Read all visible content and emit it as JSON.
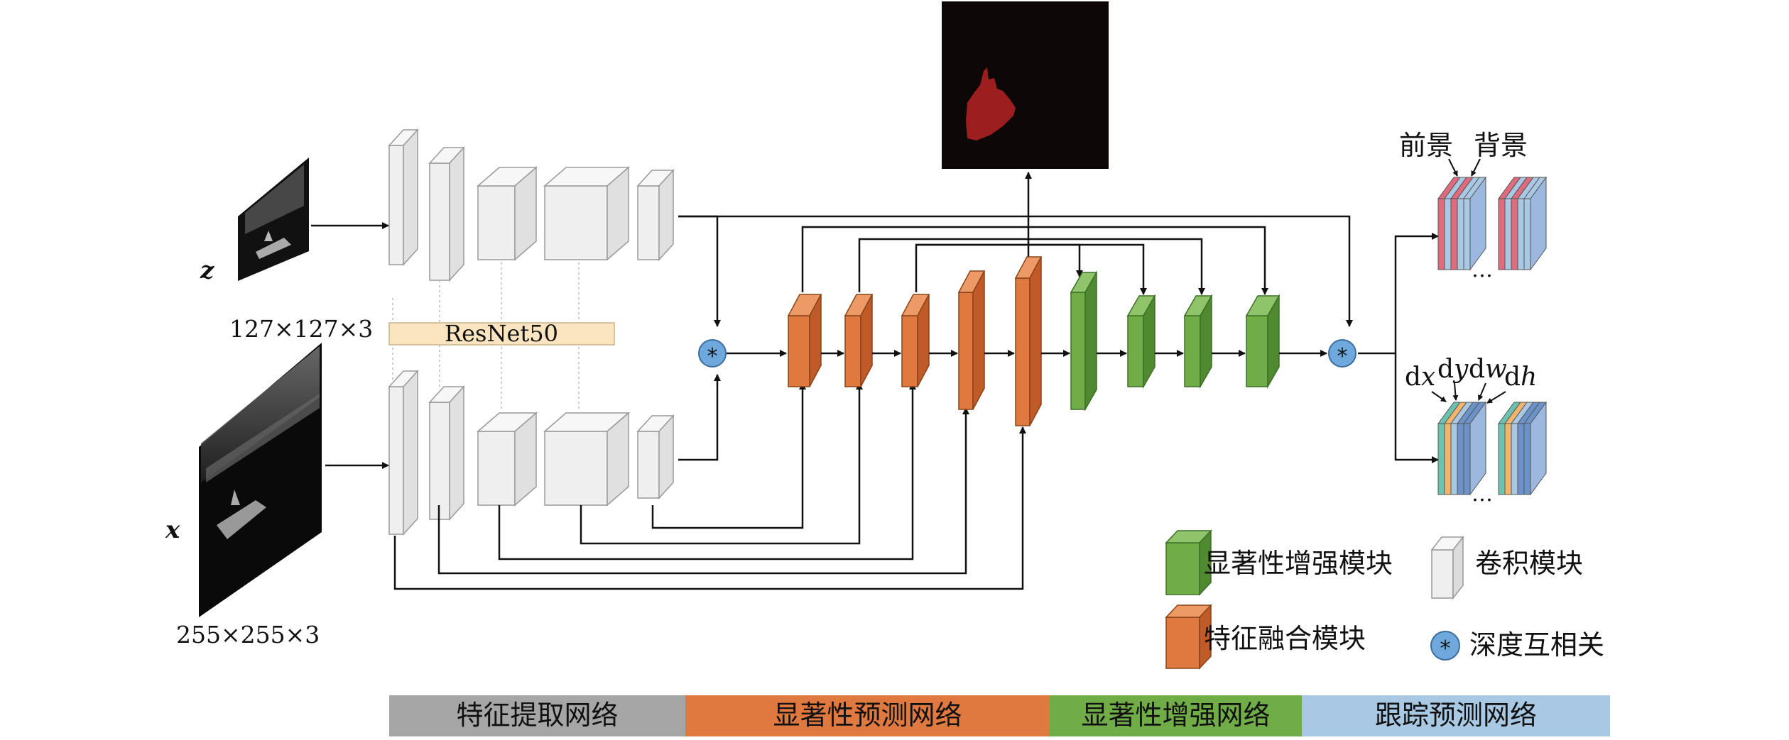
{
  "inputs": {
    "template_label": "z",
    "template_size": "127×127×3",
    "search_label": "x",
    "search_size": "255×255×3"
  },
  "backbone_label": "ResNet50",
  "outputs": {
    "cls_labels": [
      "前景",
      "背景"
    ],
    "ellipsis": "…",
    "reg_labels": {
      "dx_d": "d",
      "dx_v": "x",
      "dy_d": "d",
      "dy_v": "y",
      "dw_d": "d",
      "dw_v": "w",
      "dh_d": "d",
      "dh_v": "h"
    }
  },
  "legend": {
    "enhance": "显著性增强模块",
    "conv": "卷积模块",
    "fusion": "特征融合模块",
    "xcorr": "深度互相关",
    "xcorr_symbol": "*"
  },
  "bottom_bar": [
    {
      "label": "特征提取网络",
      "color": "#a6a6a6"
    },
    {
      "label": "显著性预测网络",
      "color": "#e07940"
    },
    {
      "label": "显著性增强网络",
      "color": "#70ad47"
    },
    {
      "label": "跟踪预测网络",
      "color": "#a9c8e3"
    }
  ],
  "colors": {
    "conv_front": "#efefef",
    "conv_top": "#f7f7f7",
    "conv_side": "#e0e0e0",
    "fusion_front": "#e07940",
    "fusion_side": "#c05a28",
    "enhance_front": "#70ad47",
    "enhance_side": "#4f8a30",
    "xcorr": "#6fa8dc",
    "backbone_bar": "#fbe5c0"
  }
}
